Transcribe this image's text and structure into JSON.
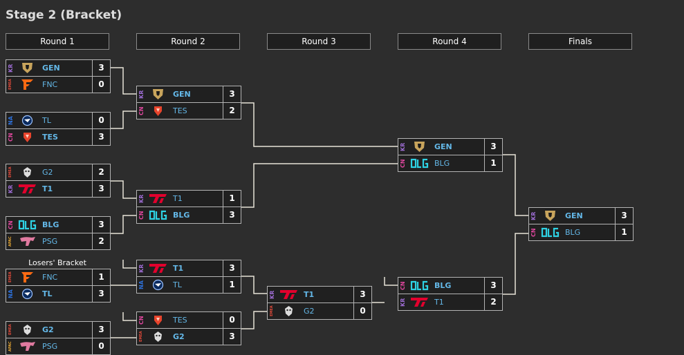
{
  "page": {
    "title": "Stage 2 (Bracket)",
    "losers_label": "Losers' Bracket"
  },
  "rounds": [
    "Round 1",
    "Round 2",
    "Round 3",
    "Round 4",
    "Finals"
  ],
  "regions": {
    "KR": {
      "label": "KR",
      "color": "#9b6bd0"
    },
    "CN": {
      "label": "CN",
      "color": "#e0479e"
    },
    "NA": {
      "label": "NA",
      "color": "#2d6fd6"
    },
    "EMEA": {
      "label": "EMEA",
      "color": "#e34a3a"
    },
    "APAC": {
      "label": "APAC",
      "color": "#e6a632"
    }
  },
  "logos": {
    "GEN": "gen-logo",
    "FNC": "fnc-logo",
    "TL": "tl-logo",
    "TES": "tes-logo",
    "G2": "g2-logo",
    "T1": "t1-logo",
    "BLG": "blg-logo",
    "PSG": "psg-logo"
  },
  "matches": [
    {
      "id": "r1m1",
      "teams": [
        {
          "region": "KR",
          "name": "GEN",
          "score": "3",
          "winner": true
        },
        {
          "region": "EMEA",
          "name": "FNC",
          "score": "0",
          "winner": false
        }
      ]
    },
    {
      "id": "r1m2",
      "teams": [
        {
          "region": "NA",
          "name": "TL",
          "score": "0",
          "winner": false
        },
        {
          "region": "CN",
          "name": "TES",
          "score": "3",
          "winner": true
        }
      ]
    },
    {
      "id": "r1m3",
      "teams": [
        {
          "region": "EMEA",
          "name": "G2",
          "score": "2",
          "winner": false
        },
        {
          "region": "KR",
          "name": "T1",
          "score": "3",
          "winner": true
        }
      ]
    },
    {
      "id": "r1m4",
      "teams": [
        {
          "region": "CN",
          "name": "BLG",
          "score": "3",
          "winner": true
        },
        {
          "region": "APAC",
          "name": "PSG",
          "score": "2",
          "winner": false
        }
      ]
    },
    {
      "id": "r1m5",
      "teams": [
        {
          "region": "EMEA",
          "name": "FNC",
          "score": "1",
          "winner": false
        },
        {
          "region": "NA",
          "name": "TL",
          "score": "3",
          "winner": true
        }
      ]
    },
    {
      "id": "r1m6",
      "teams": [
        {
          "region": "EMEA",
          "name": "G2",
          "score": "3",
          "winner": true
        },
        {
          "region": "APAC",
          "name": "PSG",
          "score": "0",
          "winner": false
        }
      ]
    },
    {
      "id": "r2m1",
      "teams": [
        {
          "region": "KR",
          "name": "GEN",
          "score": "3",
          "winner": true
        },
        {
          "region": "CN",
          "name": "TES",
          "score": "2",
          "winner": false
        }
      ]
    },
    {
      "id": "r2m2",
      "teams": [
        {
          "region": "KR",
          "name": "T1",
          "score": "1",
          "winner": false
        },
        {
          "region": "CN",
          "name": "BLG",
          "score": "3",
          "winner": true
        }
      ]
    },
    {
      "id": "r2m3",
      "teams": [
        {
          "region": "KR",
          "name": "T1",
          "score": "3",
          "winner": true
        },
        {
          "region": "NA",
          "name": "TL",
          "score": "1",
          "winner": false
        }
      ]
    },
    {
      "id": "r2m4",
      "teams": [
        {
          "region": "CN",
          "name": "TES",
          "score": "0",
          "winner": false
        },
        {
          "region": "EMEA",
          "name": "G2",
          "score": "3",
          "winner": true
        }
      ]
    },
    {
      "id": "r3m1",
      "teams": [
        {
          "region": "KR",
          "name": "T1",
          "score": "3",
          "winner": true
        },
        {
          "region": "EMEA",
          "name": "G2",
          "score": "0",
          "winner": false
        }
      ]
    },
    {
      "id": "r4m1",
      "teams": [
        {
          "region": "KR",
          "name": "GEN",
          "score": "3",
          "winner": true
        },
        {
          "region": "CN",
          "name": "BLG",
          "score": "1",
          "winner": false
        }
      ]
    },
    {
      "id": "r4m2",
      "teams": [
        {
          "region": "CN",
          "name": "BLG",
          "score": "3",
          "winner": true
        },
        {
          "region": "KR",
          "name": "T1",
          "score": "2",
          "winner": false
        }
      ]
    },
    {
      "id": "final",
      "teams": [
        {
          "region": "KR",
          "name": "GEN",
          "score": "3",
          "winner": true
        },
        {
          "region": "CN",
          "name": "BLG",
          "score": "1",
          "winner": false
        }
      ]
    }
  ]
}
